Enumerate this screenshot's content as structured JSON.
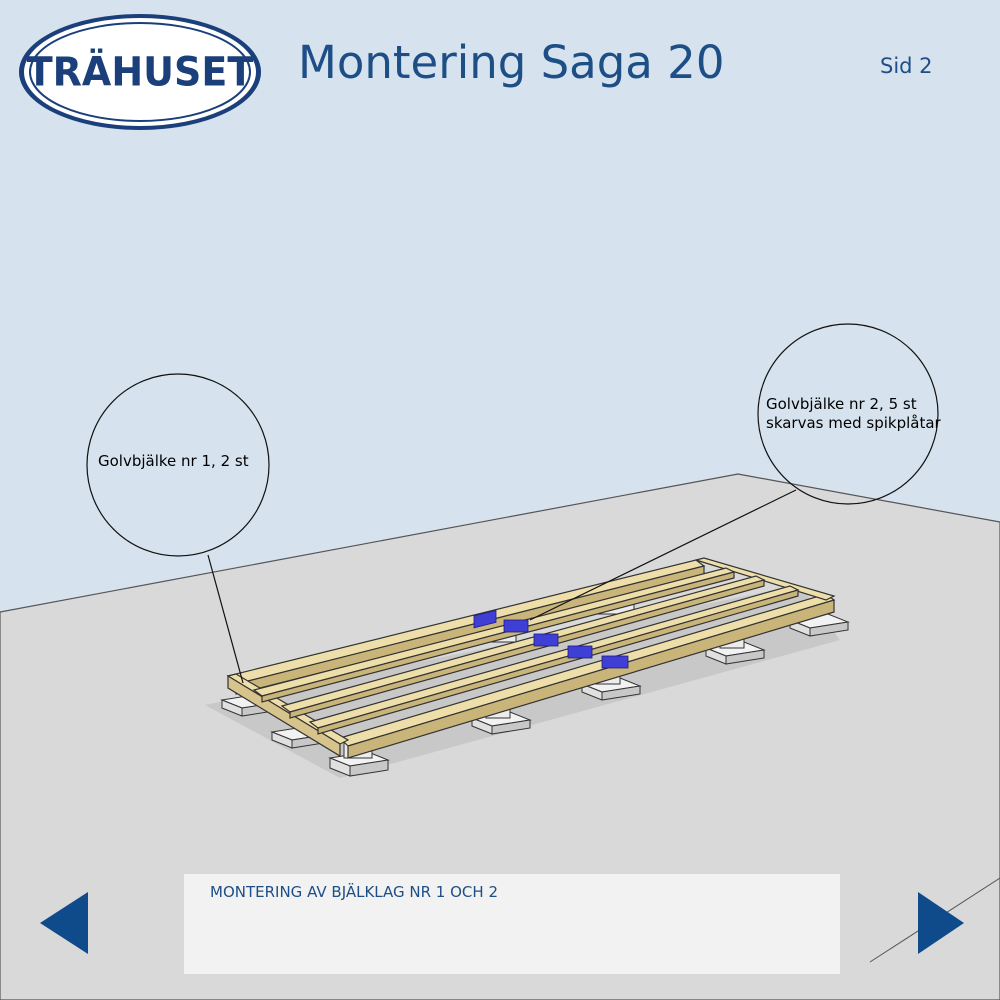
{
  "header": {
    "logo_text": "TRÄHUSET",
    "title": "Montering Saga 20",
    "page_label": "Sid 2"
  },
  "callouts": [
    {
      "text": "Golvbjälke nr 1, 2 st"
    },
    {
      "text": "Golvbjälke nr 2, 5 st skarvas med spikplåtar"
    }
  ],
  "caption": {
    "text": "MONTERING AV BJÄLKLAG NR 1 OCH 2"
  },
  "colors": {
    "background": "#d6e3ee",
    "floor": "#d9d9d9",
    "brand_blue": "#1d4e86",
    "beam": "#eedfaa",
    "plate": "#3f3fd6",
    "nav": "#0f4a8a"
  },
  "icons": {
    "prev": "triangle-left-icon",
    "next": "triangle-right-icon"
  }
}
